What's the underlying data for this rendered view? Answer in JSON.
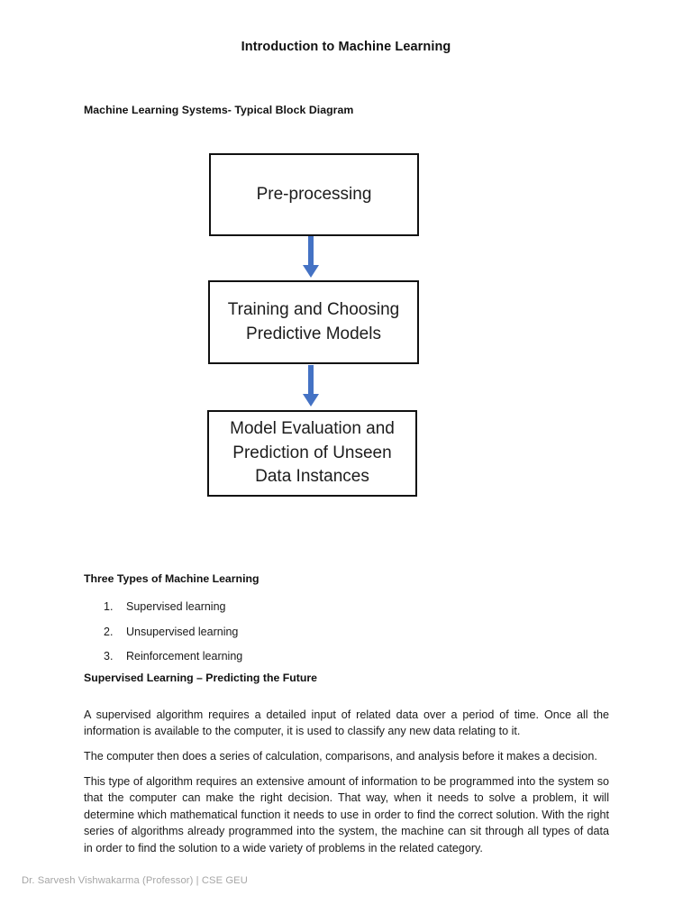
{
  "document": {
    "title": "Introduction to Machine Learning",
    "section_heading": "Machine Learning Systems- Typical Block Diagram"
  },
  "diagram": {
    "name": "machine-learning-block-diagram",
    "arrow_color": "#4472C4",
    "box_border_color": "#111111",
    "boxes": [
      {
        "id": "preprocessing",
        "label": "Pre-processing"
      },
      {
        "id": "training",
        "label": "Training and Choosing\nPredictive Models"
      },
      {
        "id": "evaluation",
        "label": "Model Evaluation and\nPrediction of Unseen\nData Instances"
      }
    ],
    "arrows": [
      {
        "id": "arrow-1",
        "from": "preprocessing",
        "to": "training",
        "direction": "down"
      },
      {
        "id": "arrow-2",
        "from": "training",
        "to": "evaluation",
        "direction": "down"
      }
    ]
  },
  "content": {
    "three_types_heading": "Three Types of Machine Learning",
    "types": [
      {
        "num": "1.",
        "label": "Supervised learning"
      },
      {
        "num": "2.",
        "label": "Unsupervised learning"
      },
      {
        "num": "3.",
        "label": "Reinforcement learning"
      }
    ],
    "supervised_heading": "Supervised Learning – Predicting the Future",
    "paragraphs": [
      "A supervised algorithm requires a detailed input of related data over a period of time. Once all the information is available to the computer, it is used to classify any new data relating to it.",
      "The computer then does a series of calculation, comparisons, and analysis before it makes a decision.",
      "This type of algorithm requires an extensive amount of information to be programmed into the system so that the computer can make the right decision. That way, when it needs to solve a problem, it will determine which mathematical function it needs to use in order to find the correct solution. With the right series of algorithms already programmed into the system, the machine can sit through all types of data in order to find the solution to a wide variety of problems in the related category."
    ]
  },
  "footer": {
    "text": "Dr. Sarvesh Vishwakarma (Professor) | CSE GEU"
  }
}
